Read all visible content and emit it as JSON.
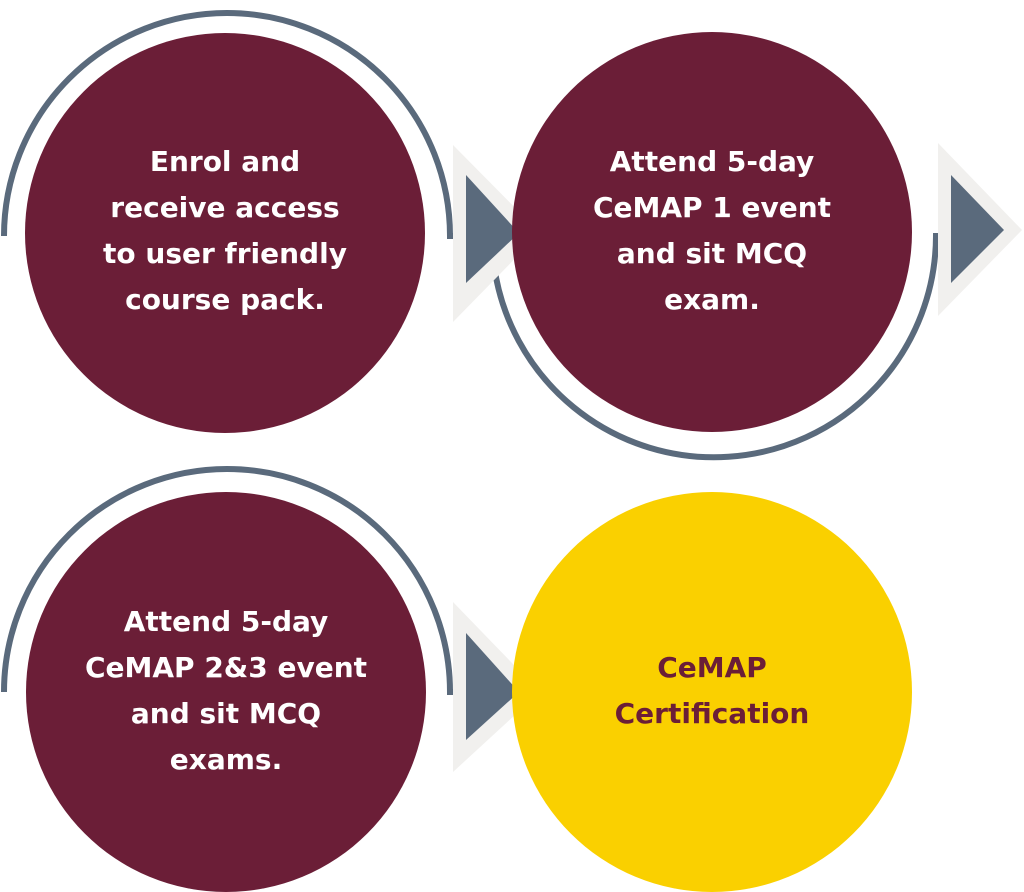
{
  "colors": {
    "step_fill": "#6b1e37",
    "final_fill": "#fad000",
    "step_text": "#ffffff",
    "final_text": "#6b1e37",
    "connector": "#5a6a7c",
    "arrow_outline": "#f1f0ee"
  },
  "steps": [
    {
      "label": "Enrol and\nreceive access\nto user friendly\ncourse pack."
    },
    {
      "label": "Attend 5-day\nCeMAP 1 event\nand sit MCQ\nexam."
    },
    {
      "label": "Attend 5-day\nCeMAP 2&3 event\nand sit MCQ\nexams."
    },
    {
      "label": "CeMAP\nCertification"
    }
  ]
}
